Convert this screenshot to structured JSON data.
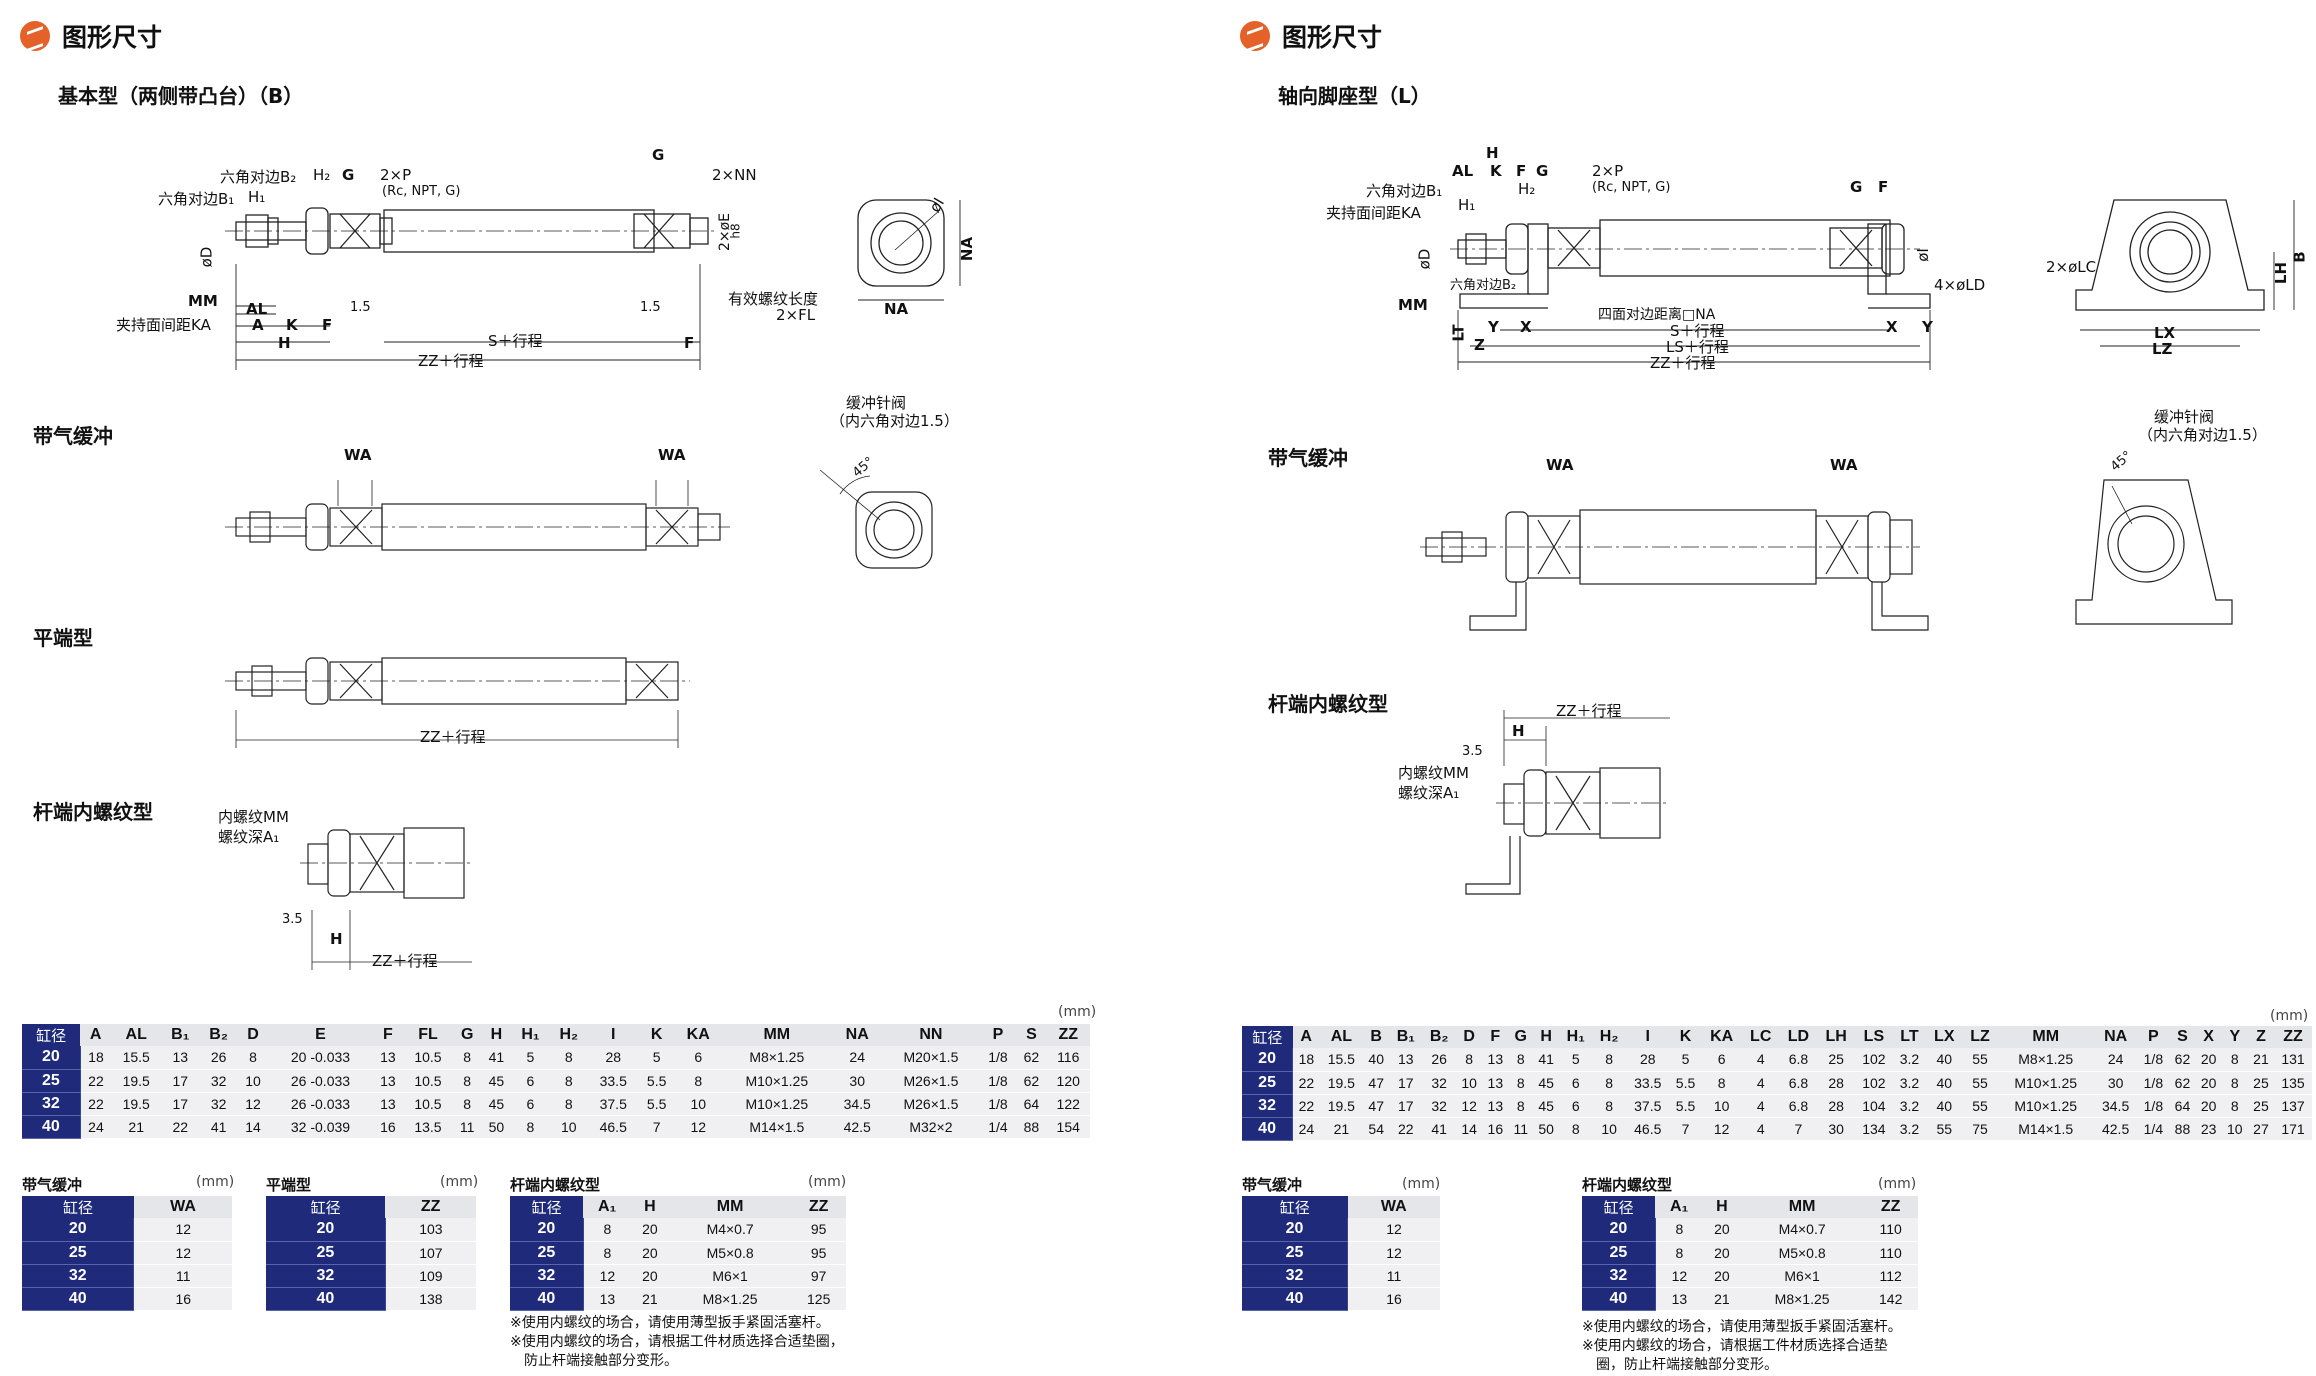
{
  "left": {
    "title": "图形尺寸",
    "subtitle": "基本型（两侧带凸台）（B）",
    "cushion_label": "带气缓冲",
    "flat_label": "平端型",
    "female_label": "杆端内螺纹型",
    "drawing_labels": {
      "hex_b2": "六角对边B₂",
      "hex_b1": "六角对边B₁",
      "h1": "H₁",
      "h2": "H₂",
      "g": "G",
      "p": "2×P",
      "p_sub": "(Rc, NPT, G)",
      "nn": "2×NN",
      "od": "øD",
      "mm": "MM",
      "ka": "夹持面间距KA",
      "al": "AL",
      "a": "A",
      "k": "K",
      "f": "F",
      "h": "H",
      "s": "S＋行程",
      "zz": "ZZ＋行程",
      "e": "2×øE",
      "e_tol": "h8",
      "thread_len": "有效螺纹长度",
      "fl": "2×FL",
      "d15a": "1.5",
      "d15b": "1.5",
      "oi": "øI",
      "na": "NA",
      "na2": "NA",
      "wa1": "WA",
      "wa2": "WA",
      "needle": "缓冲针阀",
      "needle_sub": "（内六角对边1.5）",
      "deg": "45°",
      "zz2": "ZZ＋行程",
      "female_mm": "内螺纹MM",
      "female_a1": "螺纹深A₁",
      "d35": "3.5",
      "h_f": "H",
      "zz3": "ZZ＋行程"
    },
    "main_table": {
      "unit": "(mm)",
      "headers": [
        "缸径",
        "A",
        "AL",
        "B₁",
        "B₂",
        "D",
        "E",
        "F",
        "FL",
        "G",
        "H",
        "H₁",
        "H₂",
        "I",
        "K",
        "KA",
        "MM",
        "NA",
        "NN",
        "P",
        "S",
        "ZZ"
      ],
      "rows": [
        [
          "20",
          "18",
          "15.5",
          "13",
          "26",
          "8",
          "20 -0.033",
          "13",
          "10.5",
          "8",
          "41",
          "5",
          "8",
          "28",
          "5",
          "6",
          "M8×1.25",
          "24",
          "M20×1.5",
          "1/8",
          "62",
          "116"
        ],
        [
          "25",
          "22",
          "19.5",
          "17",
          "32",
          "10",
          "26 -0.033",
          "13",
          "10.5",
          "8",
          "45",
          "6",
          "8",
          "33.5",
          "5.5",
          "8",
          "M10×1.25",
          "30",
          "M26×1.5",
          "1/8",
          "62",
          "120"
        ],
        [
          "32",
          "22",
          "19.5",
          "17",
          "32",
          "12",
          "26 -0.033",
          "13",
          "10.5",
          "8",
          "45",
          "6",
          "8",
          "37.5",
          "5.5",
          "10",
          "M10×1.25",
          "34.5",
          "M26×1.5",
          "1/8",
          "64",
          "122"
        ],
        [
          "40",
          "24",
          "21",
          "22",
          "41",
          "14",
          "32 -0.039",
          "16",
          "13.5",
          "11",
          "50",
          "8",
          "10",
          "46.5",
          "7",
          "12",
          "M14×1.5",
          "42.5",
          "M32×2",
          "1/4",
          "88",
          "154"
        ]
      ]
    },
    "cushion_table": {
      "title": "带气缓冲",
      "unit": "(mm)",
      "headers": [
        "缸径",
        "WA"
      ],
      "rows": [
        [
          "20",
          "12"
        ],
        [
          "25",
          "12"
        ],
        [
          "32",
          "11"
        ],
        [
          "40",
          "16"
        ]
      ]
    },
    "flat_table": {
      "title": "平端型",
      "unit": "(mm)",
      "headers": [
        "缸径",
        "ZZ"
      ],
      "rows": [
        [
          "20",
          "103"
        ],
        [
          "25",
          "107"
        ],
        [
          "32",
          "109"
        ],
        [
          "40",
          "138"
        ]
      ]
    },
    "female_table": {
      "title": "杆端内螺纹型",
      "unit": "(mm)",
      "headers": [
        "缸径",
        "A₁",
        "H",
        "MM",
        "ZZ"
      ],
      "rows": [
        [
          "20",
          "8",
          "20",
          "M4×0.7",
          "95"
        ],
        [
          "25",
          "8",
          "20",
          "M5×0.8",
          "95"
        ],
        [
          "32",
          "12",
          "20",
          "M6×1",
          "97"
        ],
        [
          "40",
          "13",
          "21",
          "M8×1.25",
          "125"
        ]
      ]
    },
    "notes": [
      "※使用内螺纹的场合，请使用薄型扳手紧固活塞杆。",
      "※使用内螺纹的场合，请根据工件材质选择合适垫圈，",
      "　防止杆端接触部分变形。"
    ]
  },
  "right": {
    "title": "图形尺寸",
    "subtitle": "轴向脚座型（L）",
    "cushion_label": "带气缓冲",
    "female_label": "杆端内螺纹型",
    "drawing_labels": {
      "h": "H",
      "al": "AL",
      "k": "K",
      "f": "F",
      "g": "G",
      "f2": "F",
      "hex_b1": "六角对边B₁",
      "h1": "H₁",
      "h2": "H₂",
      "ka": "夹持面间距KA",
      "p": "2×P",
      "p_sub": "(Rc, NPT, G)",
      "od": "øD",
      "hex_b2": "六角对边B₂",
      "mm": "MM",
      "lt": "LT",
      "y": "Y",
      "x": "X",
      "z": "Z",
      "na_face": "四面对边距离□NA",
      "s": "S＋行程",
      "ls": "LS＋行程",
      "zz": "ZZ＋行程",
      "ld": "4×øLD",
      "x2": "X",
      "y2": "Y",
      "oi": "øI",
      "lc": "2×øLC",
      "lh": "LH",
      "b": "B",
      "lx": "LX",
      "lz": "LZ",
      "wa1": "WA",
      "wa2": "WA",
      "needle": "缓冲针阀",
      "needle_sub": "（内六角对边1.5）",
      "deg": "45°",
      "zz2": "ZZ＋行程",
      "h_f": "H",
      "d35": "3.5",
      "female_mm": "内螺纹MM",
      "female_a1": "螺纹深A₁"
    },
    "main_table": {
      "unit": "(mm)",
      "headers": [
        "缸径",
        "A",
        "AL",
        "B",
        "B₁",
        "B₂",
        "D",
        "F",
        "G",
        "H",
        "H₁",
        "H₂",
        "I",
        "K",
        "KA",
        "LC",
        "LD",
        "LH",
        "LS",
        "LT",
        "LX",
        "LZ",
        "MM",
        "NA",
        "P",
        "S",
        "X",
        "Y",
        "Z",
        "ZZ"
      ],
      "rows": [
        [
          "20",
          "18",
          "15.5",
          "40",
          "13",
          "26",
          "8",
          "13",
          "8",
          "41",
          "5",
          "8",
          "28",
          "5",
          "6",
          "4",
          "6.8",
          "25",
          "102",
          "3.2",
          "40",
          "55",
          "M8×1.25",
          "24",
          "1/8",
          "62",
          "20",
          "8",
          "21",
          "131"
        ],
        [
          "25",
          "22",
          "19.5",
          "47",
          "17",
          "32",
          "10",
          "13",
          "8",
          "45",
          "6",
          "8",
          "33.5",
          "5.5",
          "8",
          "4",
          "6.8",
          "28",
          "102",
          "3.2",
          "40",
          "55",
          "M10×1.25",
          "30",
          "1/8",
          "62",
          "20",
          "8",
          "25",
          "135"
        ],
        [
          "32",
          "22",
          "19.5",
          "47",
          "17",
          "32",
          "12",
          "13",
          "8",
          "45",
          "6",
          "8",
          "37.5",
          "5.5",
          "10",
          "4",
          "6.8",
          "28",
          "104",
          "3.2",
          "40",
          "55",
          "M10×1.25",
          "34.5",
          "1/8",
          "64",
          "20",
          "8",
          "25",
          "137"
        ],
        [
          "40",
          "24",
          "21",
          "54",
          "22",
          "41",
          "14",
          "16",
          "11",
          "50",
          "8",
          "10",
          "46.5",
          "7",
          "12",
          "4",
          "7",
          "30",
          "134",
          "3.2",
          "55",
          "75",
          "M14×1.5",
          "42.5",
          "1/4",
          "88",
          "23",
          "10",
          "27",
          "171"
        ]
      ]
    },
    "cushion_table": {
      "title": "带气缓冲",
      "unit": "(mm)",
      "headers": [
        "缸径",
        "WA"
      ],
      "rows": [
        [
          "20",
          "12"
        ],
        [
          "25",
          "12"
        ],
        [
          "32",
          "11"
        ],
        [
          "40",
          "16"
        ]
      ]
    },
    "female_table": {
      "title": "杆端内螺纹型",
      "unit": "(mm)",
      "headers": [
        "缸径",
        "A₁",
        "H",
        "MM",
        "ZZ"
      ],
      "rows": [
        [
          "20",
          "8",
          "20",
          "M4×0.7",
          "110"
        ],
        [
          "25",
          "8",
          "20",
          "M5×0.8",
          "110"
        ],
        [
          "32",
          "12",
          "20",
          "M6×1",
          "112"
        ],
        [
          "40",
          "13",
          "21",
          "M8×1.25",
          "142"
        ]
      ]
    },
    "notes": [
      "※使用内螺纹的场合，请使用薄型扳手紧固活塞杆。",
      "※使用内螺纹的场合，请根据工件材质选择合适垫",
      "　圈，防止杆端接触部分变形。"
    ]
  }
}
